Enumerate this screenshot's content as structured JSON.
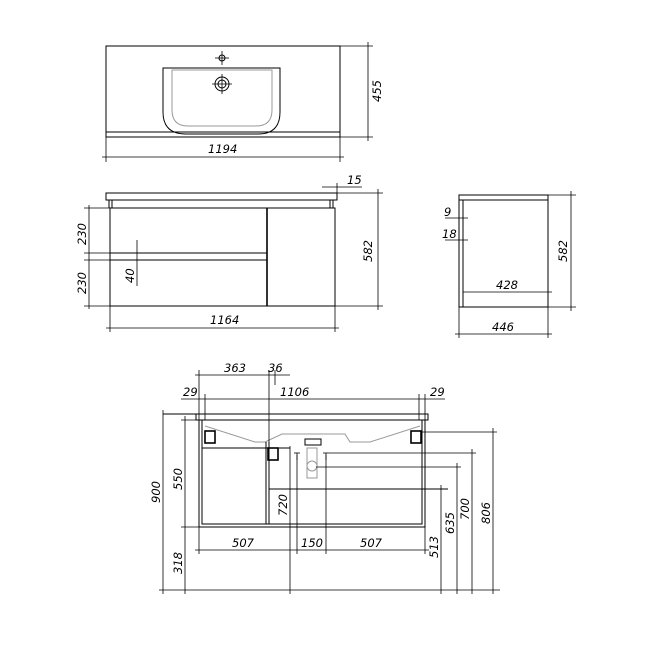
{
  "top_view": {
    "width": "1194",
    "depth": "455"
  },
  "front_view": {
    "overhang": "15",
    "drawer_top": "230",
    "drawer_bottom": "230",
    "gap": "40",
    "width": "1164",
    "height": "582"
  },
  "side_view": {
    "d9": "9",
    "d18": "18",
    "inner_depth": "428",
    "depth": "446",
    "height": "582"
  },
  "install_view": {
    "d363": "363",
    "d36": "36",
    "d29_left": "29",
    "d1106": "1106",
    "d29_right": "29",
    "d900": "900",
    "d550": "550",
    "d318": "318",
    "d720": "720",
    "d507_left": "507",
    "d150": "150",
    "d507_right": "507",
    "d513": "513",
    "d635": "635",
    "d700": "700",
    "d806": "806"
  }
}
